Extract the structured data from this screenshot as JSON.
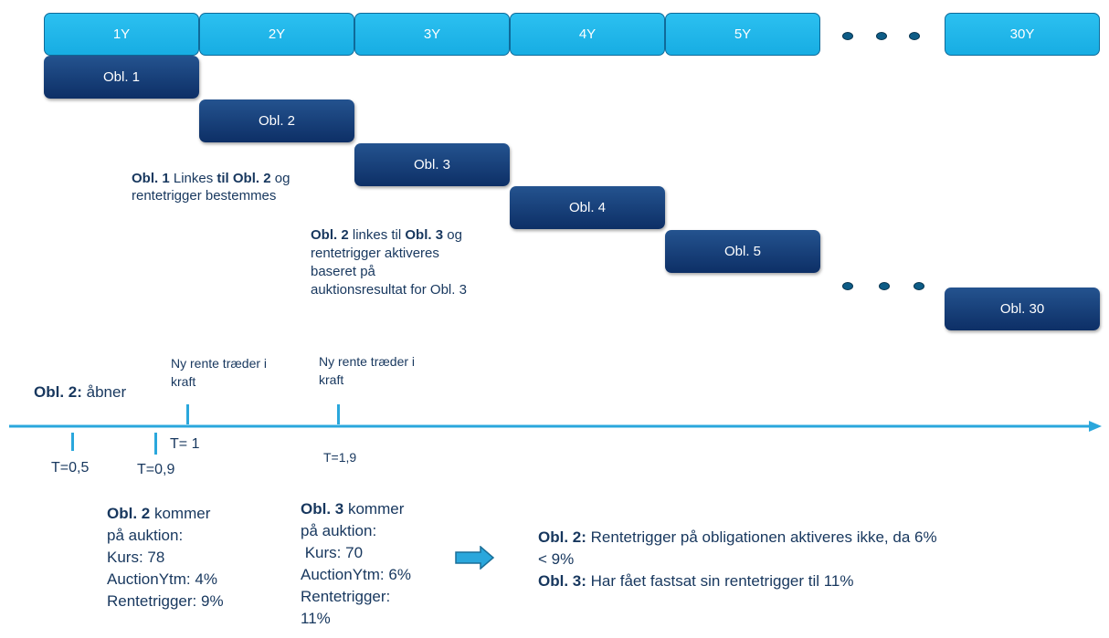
{
  "years": [
    "1Y",
    "2Y",
    "3Y",
    "4Y",
    "5Y",
    "30Y"
  ],
  "bonds": [
    "Obl. 1",
    "Obl. 2",
    "Obl. 3",
    "Obl. 4",
    "Obl. 5",
    "Obl. 30"
  ],
  "note1": {
    "b1": "Obl. 1",
    "t1": " Linkes ",
    "b2": "til Obl. 2",
    "t2": " og",
    "line2": "rentetrigger bestemmes"
  },
  "note2": {
    "b1": "Obl. 2",
    "t1": " linkes til ",
    "b2": "Obl. 3",
    "t2": " og",
    "line2": "rentetrigger aktiveres",
    "line3": "baseret på",
    "line4": "auktionsresultat for Obl. 3"
  },
  "timeline": {
    "opens_bold": "Obl. 2:",
    "opens_text": " åbner",
    "new_rate_1a": "Ny rente træder i",
    "new_rate_1b": "kraft",
    "new_rate_2a": "Ny rente træder i",
    "new_rate_2b": "kraft",
    "t05": "T=0,5",
    "t09": "T=0,9",
    "t1": "T= 1",
    "t19": "T=1,9"
  },
  "auction2": {
    "bold": "Obl. 2",
    "l1": " kommer",
    "l2": "på auktion:",
    "l3": "Kurs: 78",
    "l4": "AuctionYtm: 4%",
    "l5": "Rentetrigger: 9%"
  },
  "auction3": {
    "bold": "Obl. 3",
    "l1": " kommer",
    "l2": "på auktion:",
    "l3": " Kurs: 70",
    "l4": "AuctionYtm: 6%",
    "l5": "Rentetrigger:",
    "l6": "11%"
  },
  "result": {
    "b1": "Obl. 2:",
    "t1": " Rentetrigger på obligationen aktiveres ikke, da 6%",
    "t1b": "< 9%",
    "b2": "Obl. 3:",
    "t2": " Har fået fastsat sin rentetrigger til 11%"
  },
  "colors": {
    "year_box": "#1fb4e8",
    "bond_box": "#163f7a",
    "arrow": "#2aa7dc"
  }
}
